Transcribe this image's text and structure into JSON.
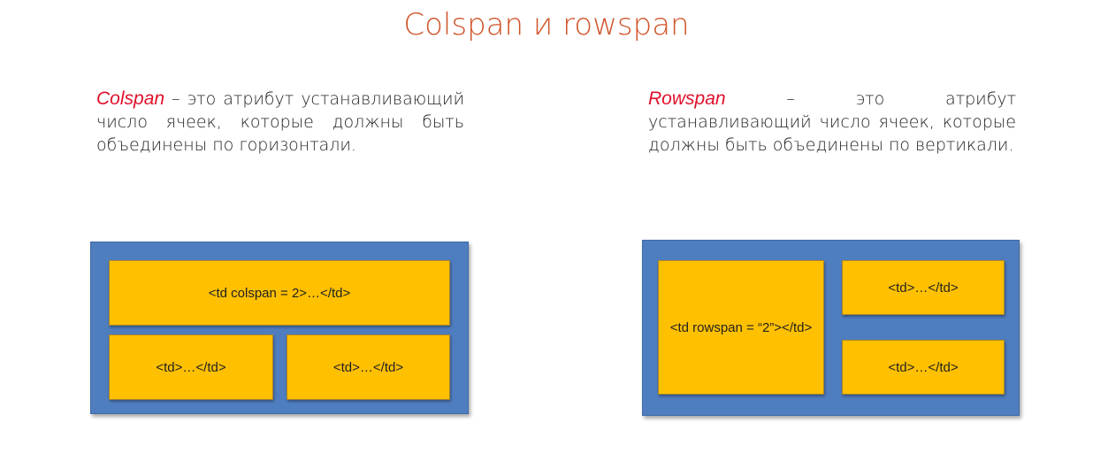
{
  "title": "Colspan и rowspan",
  "left": {
    "term": "Colspan",
    "definition": " – это атрибут устанавливающий число ячеек, которые должны быть объединены по горизонтали.",
    "cells": {
      "top": "<td colspan = 2>…</td>",
      "bottom_left": "<td>…</td>",
      "bottom_right": "<td>…</td>"
    }
  },
  "right": {
    "term": "Rowspan",
    "definition": " – это атрибут устанавливающий число ячеек, которые должны быть объединены по вертикали.",
    "cells": {
      "left": "<td rowspan = “2”></td>",
      "top_right": "<td>…</td>",
      "bottom_right": "<td>…</td>"
    }
  },
  "colors": {
    "title": "#d0542a",
    "term": "#e0102a",
    "panel": "#4f7ec0",
    "cell": "#ffc000"
  }
}
